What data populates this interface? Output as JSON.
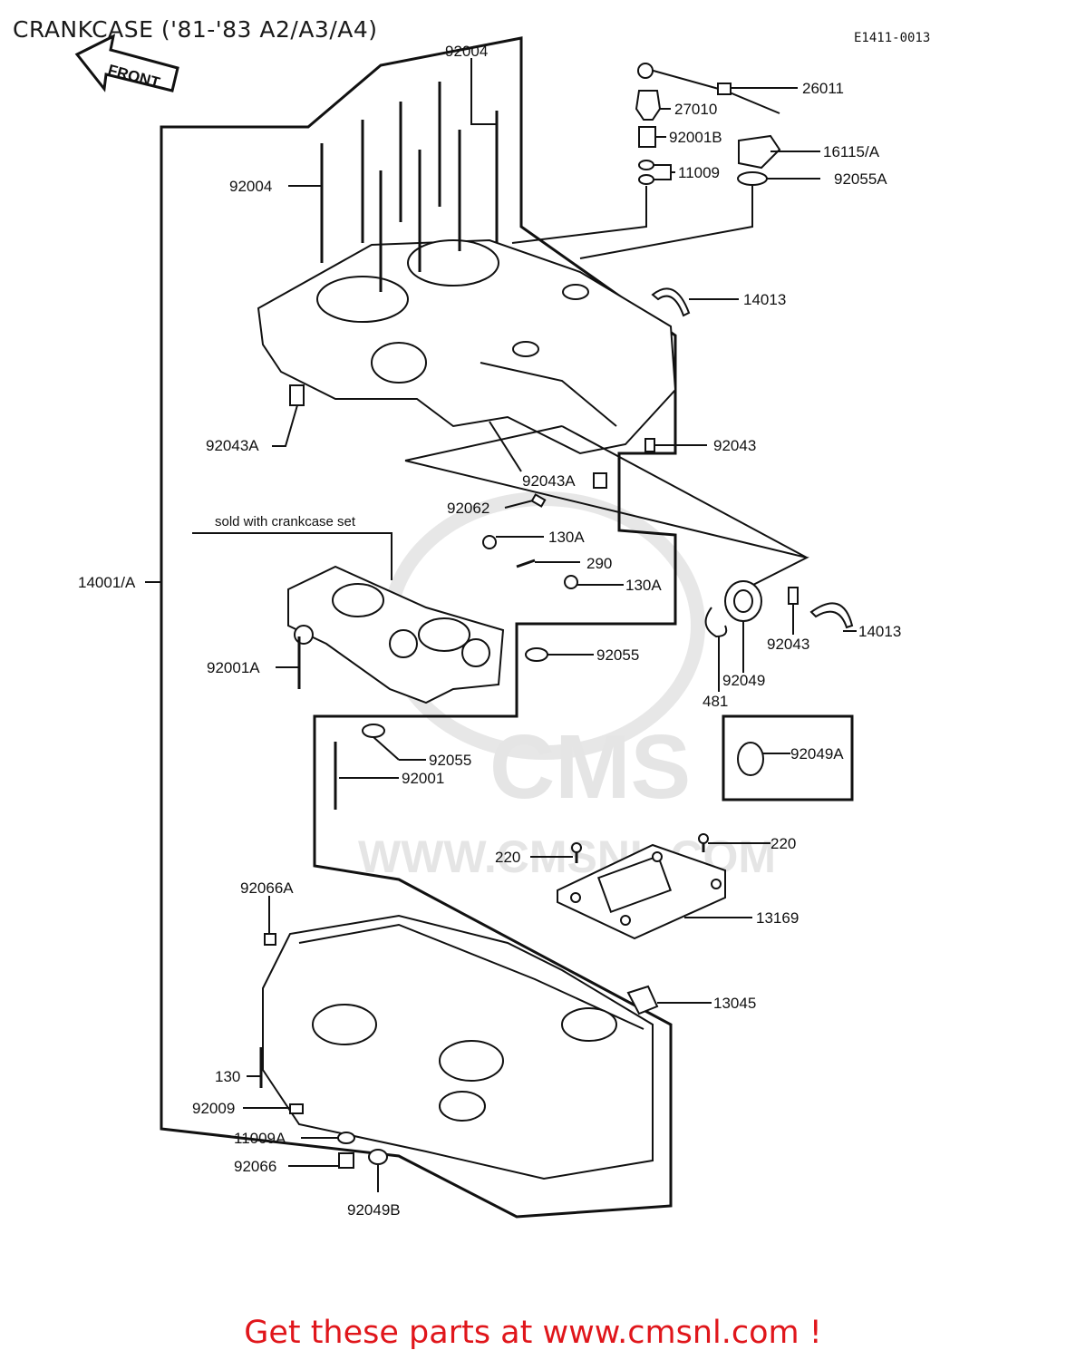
{
  "title": "CRANKCASE ('81-'83 A2/A3/A4)",
  "diagram_code": "E1411-0013",
  "front_arrow_label": "FRONT",
  "sold_with_note": "sold with crankcase set",
  "watermark": {
    "brand": "CMS",
    "url": "WWW.CMSNL.COM"
  },
  "footer": "Get these parts at www.cmsnl.com !",
  "callouts": {
    "c92004_top": "92004",
    "c92004_left": "92004",
    "c26011": "26011",
    "c27010": "27010",
    "c92001B": "92001B",
    "c16115A": "16115/A",
    "c11009": "11009",
    "c92055A": "92055A",
    "c14013_top": "14013",
    "c92043A_left": "92043A",
    "c92043_top": "92043",
    "c92043A_mid": "92043A",
    "c92062": "92062",
    "c130A_1": "130A",
    "c290": "290",
    "c130A_2": "130A",
    "c14001A": "14001/A",
    "c14013_right": "14013",
    "c92043_right": "92043",
    "c92001A": "92001A",
    "c92055_1": "92055",
    "c92049": "92049",
    "c481": "481",
    "c92049A": "92049A",
    "c92055_2": "92055",
    "c92001": "92001",
    "c220_right": "220",
    "c220_left": "220",
    "c92066A": "92066A",
    "c13169": "13169",
    "c13045": "13045",
    "c130": "130",
    "c92009": "92009",
    "c11009A": "11009A",
    "c92066": "92066",
    "c92049B": "92049B"
  }
}
